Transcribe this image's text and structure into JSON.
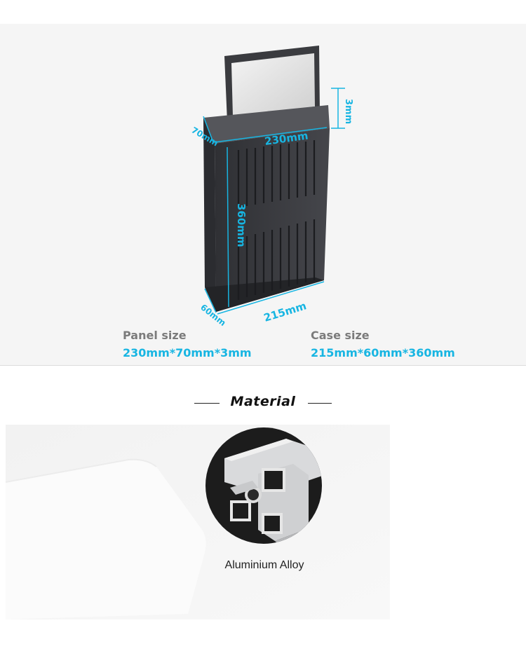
{
  "panel": {
    "label": "Panel size",
    "value": "230mm*70mm*3mm"
  },
  "case": {
    "label": "Case size",
    "value": "215mm*60mm*360mm"
  },
  "dimensions": {
    "width_top": "230mm",
    "depth_top": "70mm",
    "thickness": "3mm",
    "height": "360mm",
    "width_bottom": "215mm",
    "depth_bottom": "60mm"
  },
  "material": {
    "heading": "Material",
    "name": "Aluminium Alloy"
  },
  "colors": {
    "accent": "#17b5e2",
    "label_gray": "#7b7b7b",
    "case_dark": "#3a3b3f"
  }
}
